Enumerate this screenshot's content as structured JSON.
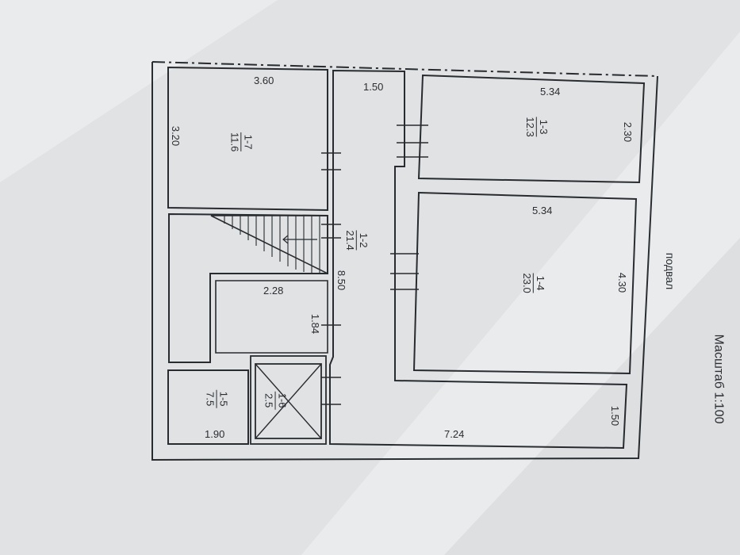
{
  "plan": {
    "floor_label": "подвал",
    "scale_label": "Масштаб 1:100"
  },
  "rooms": {
    "r17": {
      "id": "1-7",
      "area": "11.6",
      "dim_top": "3.60",
      "dim_side": "3.20"
    },
    "r13": {
      "id": "1-3",
      "area": "12.3",
      "dim_top": "5.34",
      "dim_side": "2.30"
    },
    "r14": {
      "id": "1-4",
      "area": "23.0",
      "dim_top": "5.34",
      "dim_side": "4.30"
    },
    "r12": {
      "id": "1-2",
      "area": "21.4",
      "dim_top": "1.50",
      "dim_side": "8.50",
      "dim_bottom": "7.24",
      "dim_end": "1.50"
    },
    "r15": {
      "id": "1-5",
      "area": "7.5",
      "dim_bottom": "1.90"
    },
    "r16": {
      "id": "1-6",
      "area": "2.5"
    },
    "stair_hall": {
      "dim_top": "2.28",
      "dim_side": "1.84"
    }
  },
  "colors": {
    "ink": "#2a2d31",
    "paper": "#e9ebec"
  }
}
